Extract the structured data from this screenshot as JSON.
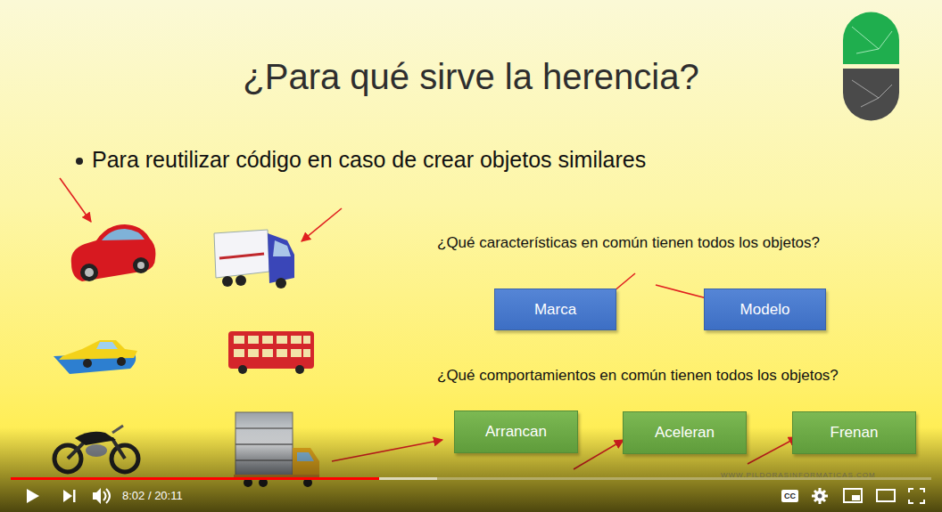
{
  "diagram": {
    "title": "¿Para qué sirve la herencia?",
    "nodes": [
      {
        "text": [
          "Marca"
        ]
      },
      {
        "text": [
          "Modelo"
        ]
      },
      {
        "text": [
          "Arrancan"
        ]
      },
      {
        "text": [
          "Aceleran"
        ]
      },
      {
        "text": [
          "Frenan"
        ]
      }
    ],
    "labels": [
      "Para reutilizar código en caso de crear objetos similares",
      "¿Qué características en común tienen todos los objetos?",
      "¿Qué comportamientos en común tienen todos los objetos?",
      "WWW.PILDORASINFORMATICAS.COM",
      "8:02 / 20:11",
      "CC"
    ]
  }
}
